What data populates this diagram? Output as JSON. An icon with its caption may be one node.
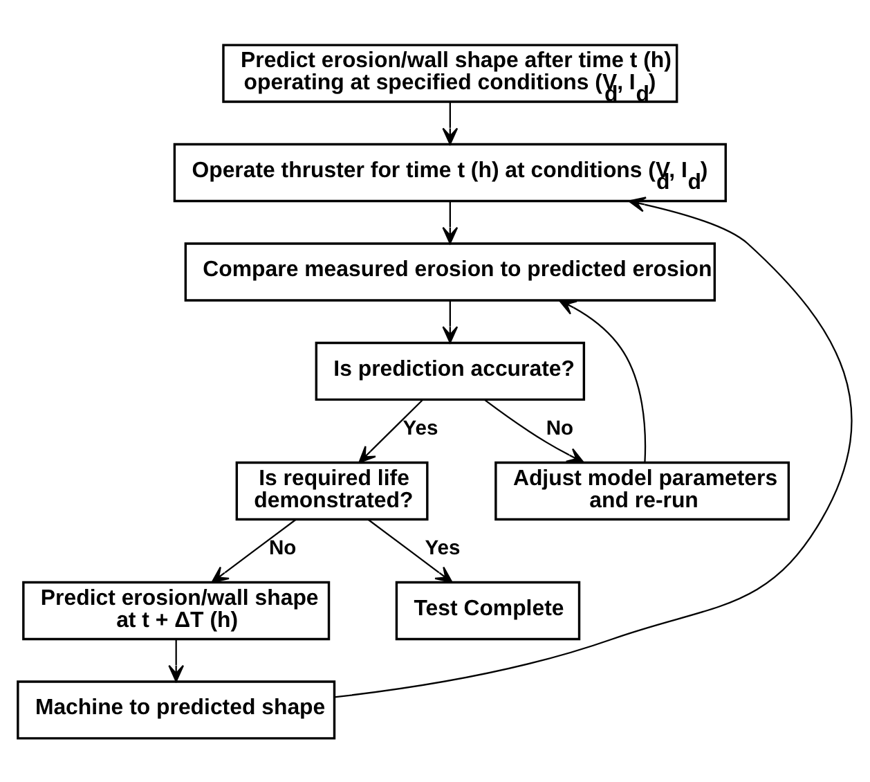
{
  "diagram": {
    "nodes": [
      {
        "text": [
          "Predict erosion/wall shape after time t (h) operating at specified conditions (V$_{d}$, I$_{d}$)"
        ]
      },
      {
        "text": [
          "Operate thruster for time t (h) at conditions (V$_{d}$, I$_{d}$)"
        ]
      },
      {
        "text": [
          "Compare measured erosion to predicted erosion"
        ]
      },
      {
        "text": [
          "Is prediction accurate?"
        ]
      },
      {
        "text": [
          "Is required life demonstrated?"
        ]
      },
      {
        "text": [
          "Adjust model parameters and re-run"
        ]
      },
      {
        "text": [
          "Predict erosion/wall shape at t + ΔT (h)"
        ]
      },
      {
        "text": [
          "Machine to predicted shape"
        ]
      },
      {
        "text": [
          "Test Complete"
        ]
      }
    ],
    "edges": [
      {
        "from": 0,
        "to": 1,
        "arrow": "to"
      },
      {
        "from": 1,
        "to": 2,
        "arrow": "to"
      },
      {
        "from": 2,
        "to": 3,
        "arrow": "to"
      },
      {
        "from": 3,
        "to": 4,
        "arrow": "to",
        "label": "Yes"
      },
      {
        "from": 3,
        "to": 5,
        "arrow": "to",
        "label": "No"
      },
      {
        "from": 5,
        "to": 2,
        "arrow": "to"
      },
      {
        "from": 4,
        "to": 6,
        "arrow": "to",
        "label": "No"
      },
      {
        "from": 4,
        "to": 8,
        "arrow": "to",
        "label": "Yes"
      },
      {
        "from": 6,
        "to": 7,
        "arrow": "to"
      },
      {
        "from": 7,
        "to": 1,
        "arrow": "to"
      }
    ]
  }
}
